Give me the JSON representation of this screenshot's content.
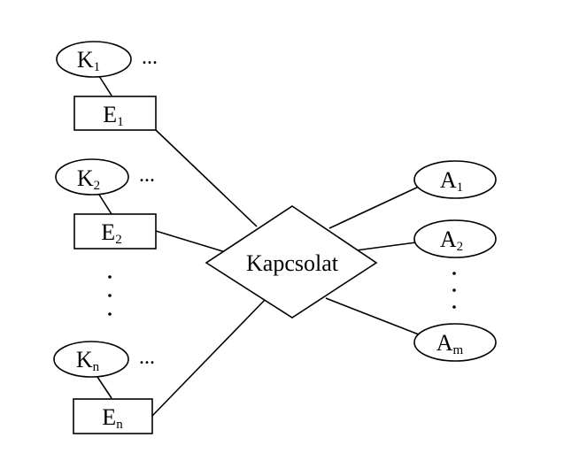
{
  "relationship": {
    "label": "Kapcsolat"
  },
  "entities": [
    {
      "base": "E",
      "sub": "1",
      "key_base": "K",
      "key_sub": "1",
      "ellipsis": "..."
    },
    {
      "base": "E",
      "sub": "2",
      "key_base": "K",
      "key_sub": "2",
      "ellipsis": "..."
    },
    {
      "base": "E",
      "sub": "n",
      "key_base": "K",
      "key_sub": "n",
      "ellipsis": "..."
    }
  ],
  "attributes": [
    {
      "base": "A",
      "sub": "1"
    },
    {
      "base": "A",
      "sub": "2"
    },
    {
      "base": "A",
      "sub": "m"
    }
  ]
}
